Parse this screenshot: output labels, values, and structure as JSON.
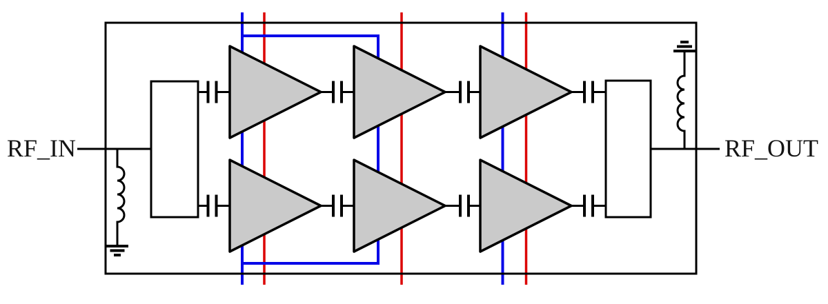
{
  "schematic": {
    "port_labels": {
      "input": "RF_IN",
      "output": "RF_OUT"
    },
    "colors": {
      "wire": "#000000",
      "amplifier_fill": "#cacaca",
      "bias_blue": "#0505e8",
      "bias_red": "#dc0000",
      "text": "#141414",
      "background": "#ffffff"
    },
    "component_counts": {
      "amplifier_rows": 2,
      "amplifiers_per_row": 3,
      "amplifiers_total": 6,
      "coupling_capacitors": 8,
      "matching_blocks": 2,
      "shunt_inductors": 2,
      "ground_symbols": 2,
      "blue_bias_lines": 2,
      "red_bias_lines": 3,
      "blue_bias_loops": 1
    }
  }
}
